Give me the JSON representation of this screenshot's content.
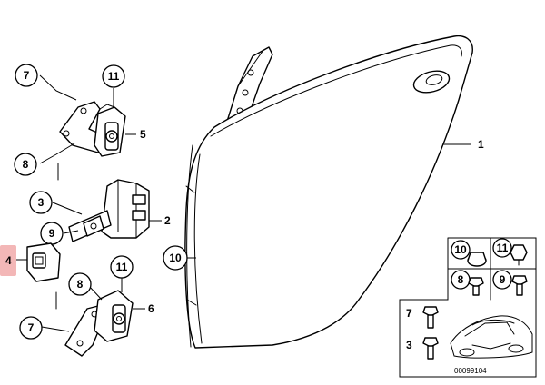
{
  "highlight_color": "#f3b7b7",
  "callouts": {
    "hinge_top_screw_a": "7",
    "hinge_top_nut": "11",
    "hinge_top_screw_b": "8",
    "door_seal_screw": "10",
    "check_screw": "3",
    "check_bolt": "9",
    "hinge_bottom_screw_a": "8",
    "hinge_bottom_nut": "11",
    "hinge_bottom_screw_b": "7",
    "legend_10": "10",
    "legend_11": "11",
    "legend_8": "8",
    "legend_9": "9"
  },
  "labels": {
    "door_shell": "1",
    "door_check": "2",
    "cover": "4",
    "hinge_top": "5",
    "hinge_bottom": "6",
    "legend_7": "7",
    "legend_3": "3"
  },
  "footer_code": "00099104",
  "icons": [
    "door-shell",
    "hinge",
    "door-check",
    "cover-cap",
    "screw",
    "nut",
    "plug",
    "car-silhouette"
  ]
}
